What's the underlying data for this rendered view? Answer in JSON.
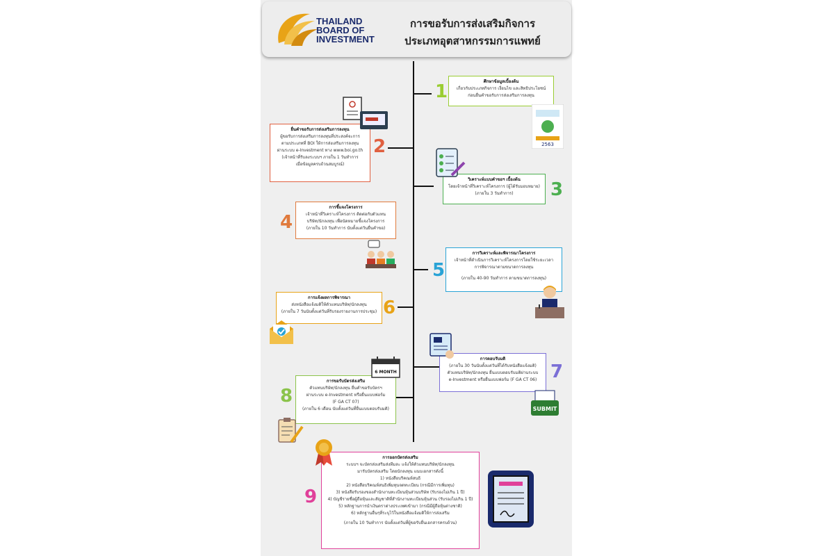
{
  "header": {
    "logo_lines": [
      "THAILAND",
      "BOARD OF",
      "INVESTMENT"
    ],
    "title_line1": "การขอรับการส่งเสริมกิจการ",
    "title_line2": "ประเภทอุตสาหกรรมการแพทย์"
  },
  "colors": {
    "step1": "#9acd32",
    "step2": "#e06040",
    "step3": "#4caf50",
    "step4": "#e07a3c",
    "step5": "#29a3d6",
    "step6": "#e8a317",
    "step7": "#7b6fd6",
    "step8": "#8bc34a",
    "step9": "#e0409a"
  },
  "steps": [
    {
      "num": "1",
      "title": "ศึกษาข้อมูลเบื้องต้น",
      "lines": [
        "เกี่ยวกับประเภทกิจการ เงื่อนไข และสิทธิประโยชน์",
        "ก่อนยื่นคำขอรับการส่งเสริมการลงทุน"
      ]
    },
    {
      "num": "2",
      "title": "ยื่นคำขอรับการส่งเสริมการลงทุน",
      "lines": [
        "ผู้ขอรับการส่งเสริมการลงทุนที่ประสงค์จะการ",
        "ตามประเภทที่ BOI ให้การส่งเสริมการลงทุน",
        "ผ่านระบบ e-Investment ทาง www.boi.go.th",
        "(เจ้าหน้าที่รับลงระบบฯ ภายใน 1 วันทำการ",
        "เมื่อข้อมูลครบถ้วนสมบูรณ์)"
      ]
    },
    {
      "num": "3",
      "title": "วิเคราะห์แบบคำขอฯ เบื้องต้น",
      "lines": [
        "โดยเจ้าหน้าที่วิเคราะห์โครงการ (ผู้ได้รับมอบหมาย)",
        "(ภายใน 3 วันทำการ)"
      ]
    },
    {
      "num": "4",
      "title": "การชี้แจงโครงการ",
      "lines": [
        "เจ้าหน้าที่วิเคราะห์โครงการ ติดต่อกับตัวแทน",
        "บริษัท/นักลงทุน เพื่อนัดหมายชี้แจงโครงการ",
        "(ภายใน 10 วันทำการ นับตั้งแต่วันยื่นคำขอ)"
      ]
    },
    {
      "num": "5",
      "title": "การวิเคราะห์และพิจารณาโครงการ",
      "lines": [
        "เจ้าหน้าที่ดำเนินการวิเคราะห์โครงการโดยใช้ระยะเวลา",
        "การพิจารณาตามขนาดการลงทุน",
        "",
        "(ภายใน 40-90 วันทำการ ตามขนาดการลงทุน)"
      ]
    },
    {
      "num": "6",
      "title": "การแจ้งผลการพิจารณา",
      "lines": [
        "ส่งหนังสือแจ้งมติให้ตัวแทนบริษัท/นักลงทุน",
        "(ภายใน 7 วันนับตั้งแต่วันที่รับรองรายงานการประชุม)"
      ]
    },
    {
      "num": "7",
      "title": "การตอบรับมติ",
      "lines": [
        "(ภายใน 30 วันนับตั้งแต่วันที่ได้รับหนังสือแจ้งมติ)",
        "ตัวแทนบริษัท/นักลงทุน ยื่นแบบตอบรับมติผ่านระบบ",
        "e-Investment หรือยื่นแบบฟอร์ม (F GA CT 06)"
      ]
    },
    {
      "num": "8",
      "title": "การขอรับบัตรส่งเสริม",
      "lines": [
        "ตัวแทนบริษัท/นักลงทุน ยื่นคำขอรับบัตรฯ",
        "ผ่านระบบ e-Investment หรือยื่นแบบฟอร์ม",
        "(F GA CT 07)",
        "(ภายใน 6 เดือน นับตั้งแต่วันที่ยื่นแบบตอบรับมติ)"
      ]
    },
    {
      "num": "9",
      "title": "การออกบัตรส่งเสริม",
      "lines": [
        "ระบบฯ จะบัตรส่งเสริมส่งทีมละ แจ้งให้ตัวแทนบริษัท/นักลงทุน",
        "มารับบัตรส่งเสริม โดยนักลงทุน แนบเอกสารดังนี้",
        "1) หนังสือบริคณห์สนธิ",
        "2) หนังสือบริคณห์สนธิเพิ่มทุนจดทะเบียน (กรณีมีการเพิ่มทุน)",
        "3) หนังสือรับรองของสำนักงานทะเบียนหุ้นส่วนบริษัท (รับรองไม่เกิน 1 ปี)",
        "4) บัญชีรายชื่อผู้ถือหุ้นและสัญชาติที่สำนักงานทะเบียนหุ้นส่วน (รับรองไม่เกิน 1 ปี)",
        "5) หลักฐานการนำเงินตราต่างประเทศเข้ามา (กรณีมีผู้ถือหุ้นต่างชาติ)",
        "6) หลักฐานอื่นๆที่ระบุไว้ในหนังสือแจ้งมติให้การส่งเสริม",
        "",
        "(ภายใน 10 วันทำการ นับตั้งแต่วันที่ผู้ขอรับยื่นเอกสารครบถ้วน)"
      ]
    }
  ],
  "icons": {
    "calendar_label": "6 MONTH",
    "submit_label": "SUBMIT",
    "book_label": "2563"
  }
}
